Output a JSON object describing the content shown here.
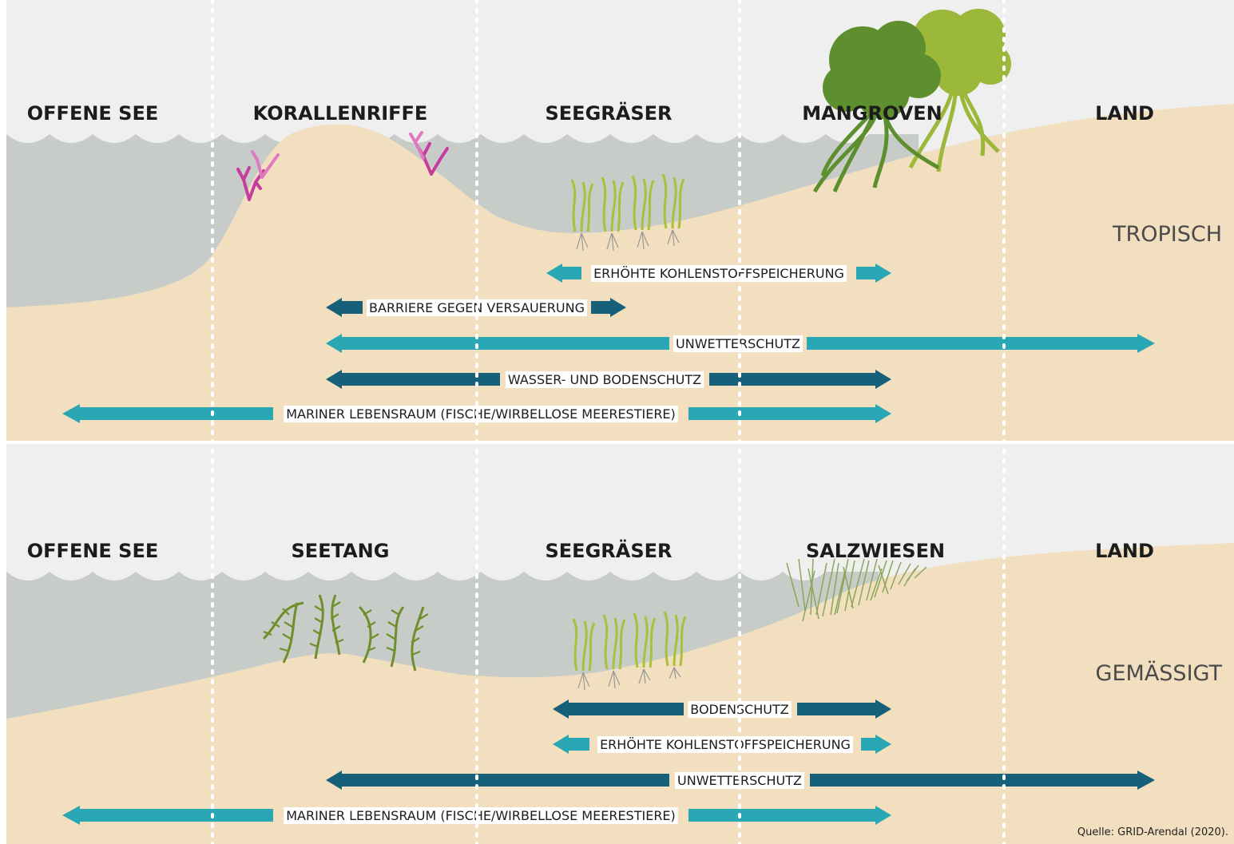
{
  "tropical": {
    "zones": [
      "OFFENE SEE",
      "KORALLENRIFFE",
      "SEEGRÄSER",
      "MANGROVEN",
      "LAND"
    ],
    "climate": "TROPISCH",
    "benefits": [
      {
        "label": "ERHÖHTE KOHLENSTOFFSPEICHERUNG",
        "color": "#2aa7b4"
      },
      {
        "label": "BARRIERE GEGEN VERSAUERUNG",
        "color": "#17607a"
      },
      {
        "label": "UNWETTERSCHUTZ",
        "color": "#2aa7b4"
      },
      {
        "label": "WASSER- UND BODENSCHUTZ",
        "color": "#17607a"
      },
      {
        "label": "MARINER LEBENSRAUM (FISCHE/WIRBELLOSE MEERESTIERE)",
        "color": "#2aa7b4"
      }
    ]
  },
  "temperate": {
    "zones": [
      "OFFENE SEE",
      "SEETANG",
      "SEEGRÄSER",
      "SALZWIESEN",
      "LAND"
    ],
    "climate": "GEMÄSSIGT",
    "benefits": [
      {
        "label": "BODENSCHUTZ",
        "color": "#17607a"
      },
      {
        "label": "ERHÖHTE KOHLENSTOFFSPEICHERUNG",
        "color": "#2aa7b4"
      },
      {
        "label": "UNWETTERSCHUTZ",
        "color": "#17607a"
      },
      {
        "label": "MARINER LEBENSRAUM (FISCHE/WIRBELLOSE MEERESTIERE)",
        "color": "#2aa7b4"
      }
    ]
  },
  "source": "Quelle: GRID-Arendal (2020).",
  "colors": {
    "sky": "#efefef",
    "water": "#c8ccc9",
    "sand": "#f2dfbf",
    "dark_arrow": "#17607a",
    "light_arrow": "#2aa7b4",
    "coral": "#c63c9e",
    "mangrove_dark": "#5e8f2e",
    "mangrove_light": "#9bb83a",
    "seagrass": "#a7c13b",
    "kelp": "#6e8f2c"
  }
}
